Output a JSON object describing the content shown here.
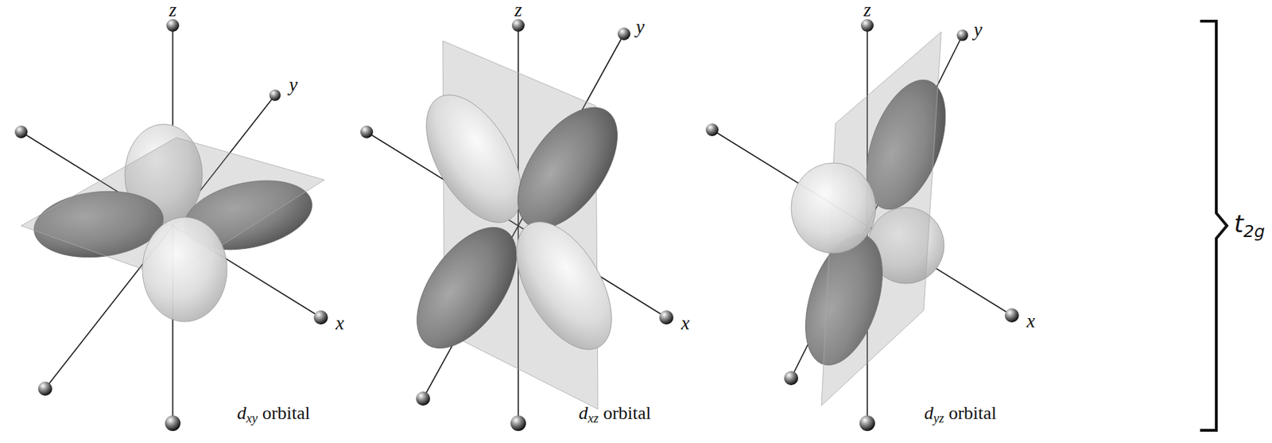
{
  "diagram": {
    "labels": [
      "z",
      "y",
      "x",
      "dxy orbital",
      "z",
      "y",
      "x",
      "dxz orbital",
      "z",
      "y",
      "x",
      "dyz orbital",
      "t2g"
    ]
  }
}
